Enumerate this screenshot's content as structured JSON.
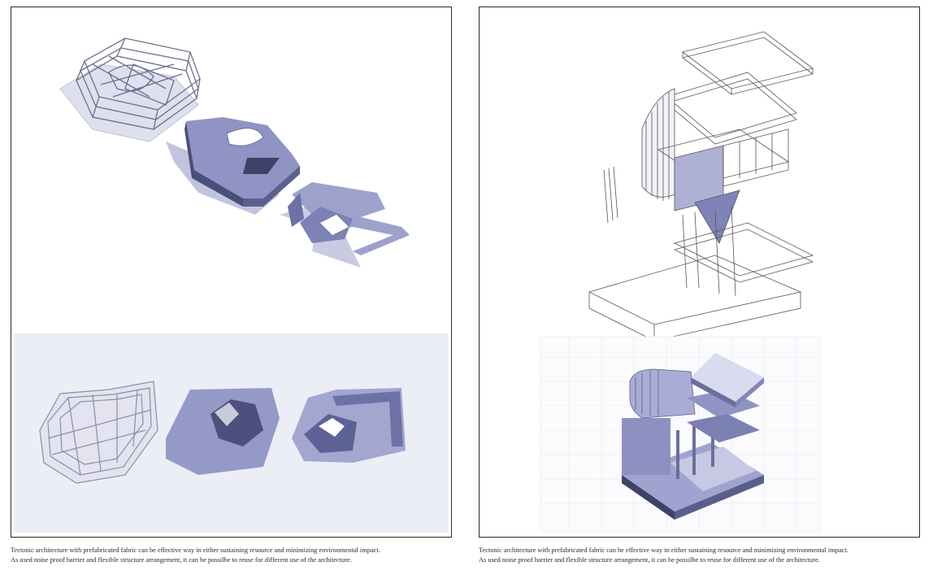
{
  "left_panel": {
    "caption_line1": "Tectonic architecture with prefabricated fabric can be effective way in either sustaining resource and minimizing environmental impact.",
    "caption_line2": "As used noise proof barrier and flexible structure arrangement, it can be possilbe to reuse for different use of the architecture."
  },
  "right_panel": {
    "caption_line1": "Tectonic architecture with prefabricated fabric can be effective way in either sustaining resource and minimizing environmental impact.",
    "caption_line2": "As used noise proof barrier and flexible structure arrangement, it can be possilbe to reuse for different use of the architecture."
  },
  "colors": {
    "frame": "#2a2a2a",
    "model_blue": "#8f94c4",
    "model_dark": "#4a4f7a",
    "shadow": "#b9bbd9",
    "light_panel": "#eceef6",
    "wire": "#6a6a6a"
  }
}
